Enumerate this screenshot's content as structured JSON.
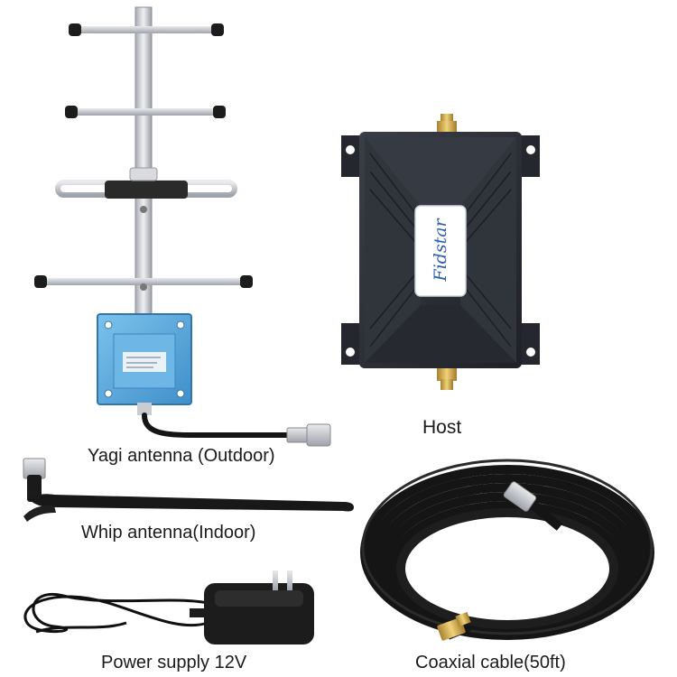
{
  "brand_logo": "Fidstar",
  "products": [
    {
      "id": "yagi",
      "label": "Yagi antenna (Outdoor)"
    },
    {
      "id": "host",
      "label": "Host"
    },
    {
      "id": "whip",
      "label": "Whip antenna(Indoor)"
    },
    {
      "id": "power",
      "label": "Power supply 12V"
    },
    {
      "id": "coax",
      "label": "Coaxial cable(50ft)"
    }
  ],
  "colors": {
    "background": "#ffffff",
    "device_body": "#2b2e35",
    "antenna_metal": "#c9ccd1",
    "panel_blue": "#4fa3d9",
    "connector_gold": "#c8a04a",
    "cable_black": "#161616"
  }
}
